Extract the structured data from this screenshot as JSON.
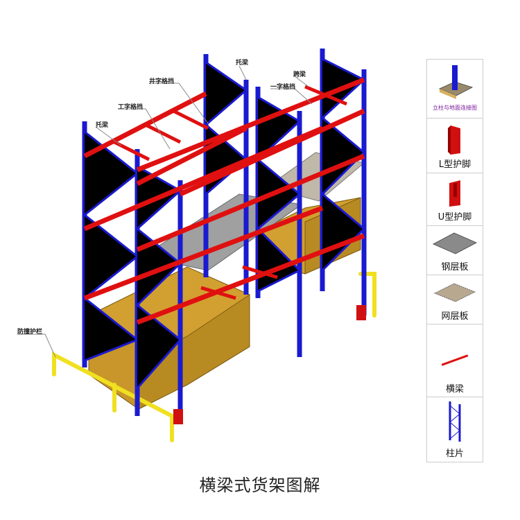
{
  "title": "横梁式货架图解",
  "callouts": {
    "tuoliang_top": "托梁",
    "jingzi": "井字格挡",
    "gongzi": "工字格挡",
    "tuoliang_left": "托梁",
    "kualiang": "跨梁",
    "yizi": "一字格挡",
    "fangzhuang": "防撞护栏"
  },
  "panel": {
    "items": [
      {
        "label": "立柱与地面连接图",
        "icon": "column-base-icon"
      },
      {
        "label": "L型护脚",
        "icon": "l-guard-icon"
      },
      {
        "label": "U型护脚",
        "icon": "u-guard-icon"
      },
      {
        "label": "钢层板",
        "icon": "steel-deck-icon"
      },
      {
        "label": "网层板",
        "icon": "wire-mesh-deck-icon"
      },
      {
        "label": "横梁",
        "icon": "beam-icon"
      },
      {
        "label": "柱片",
        "icon": "upright-frame-icon"
      }
    ]
  },
  "colors": {
    "upright": "#1a1ad0",
    "beam": "#e01010",
    "box": "#d9a62a",
    "guard": "#f0e020",
    "deck": "#9a9a9a"
  }
}
